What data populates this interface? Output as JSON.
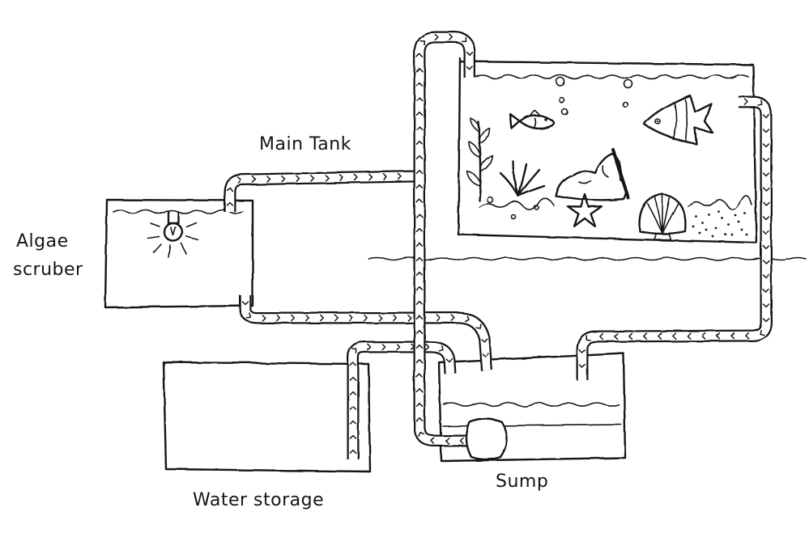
{
  "labels": {
    "main_tank": "Main Tank",
    "algae_scrubber": [
      "Algae",
      "scruber"
    ],
    "water_storage": "Water storage",
    "sump": "Sump"
  }
}
